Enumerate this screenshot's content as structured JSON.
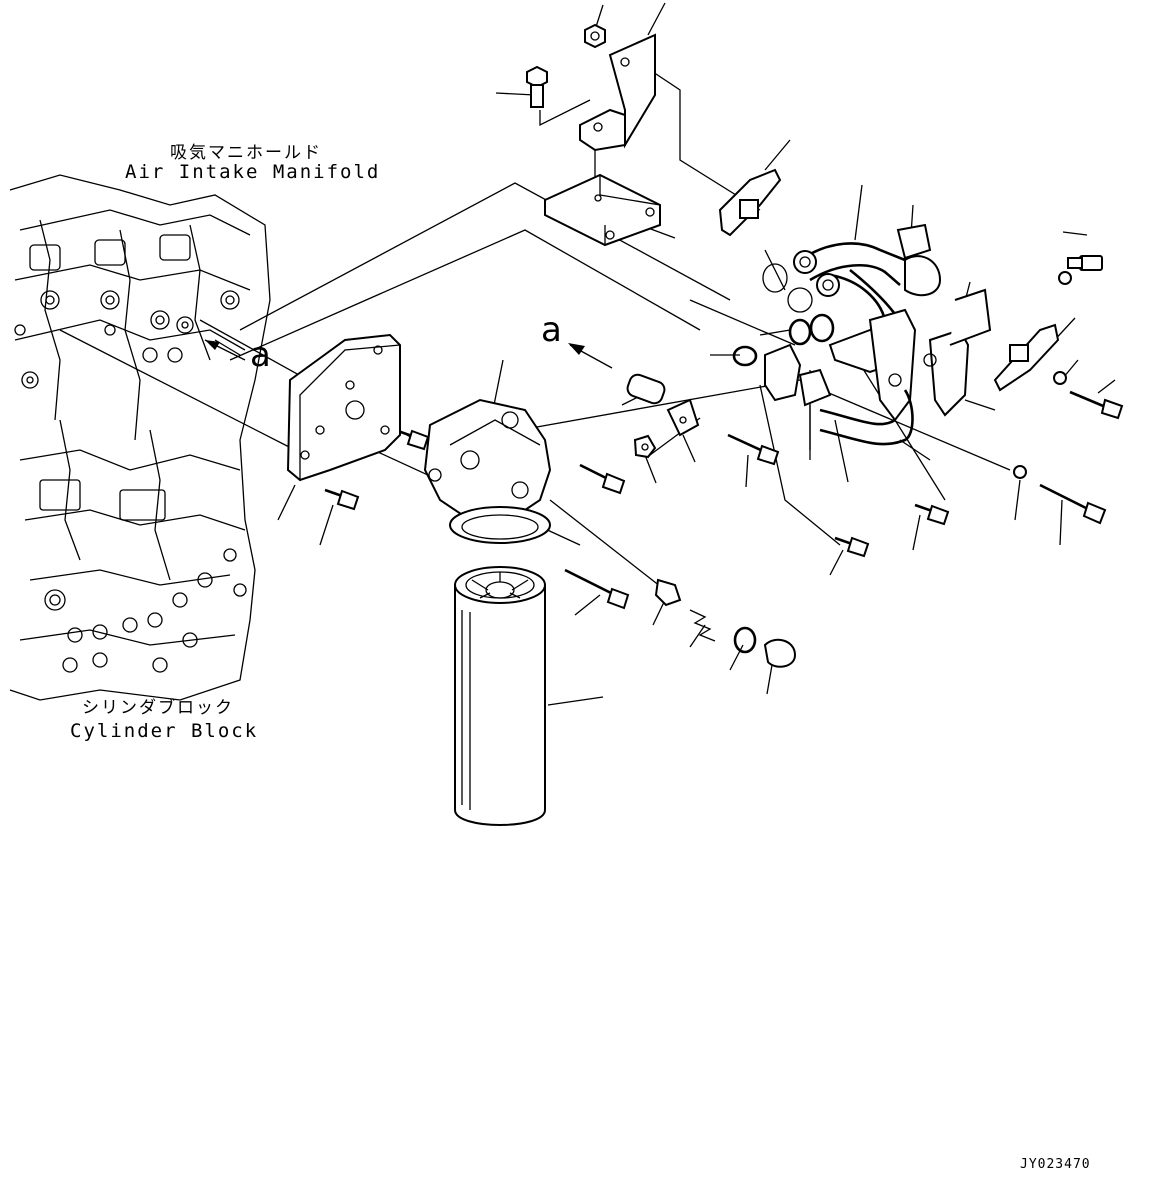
{
  "labels": {
    "intake_jp": "吸気マニホールド",
    "intake_en": "Air Intake Manifold",
    "cylinder_jp": "シリンダブロック",
    "cylinder_en": "Cylinder Block",
    "view_left": "a",
    "view_right": "a",
    "drawing_id": "JY023470"
  }
}
